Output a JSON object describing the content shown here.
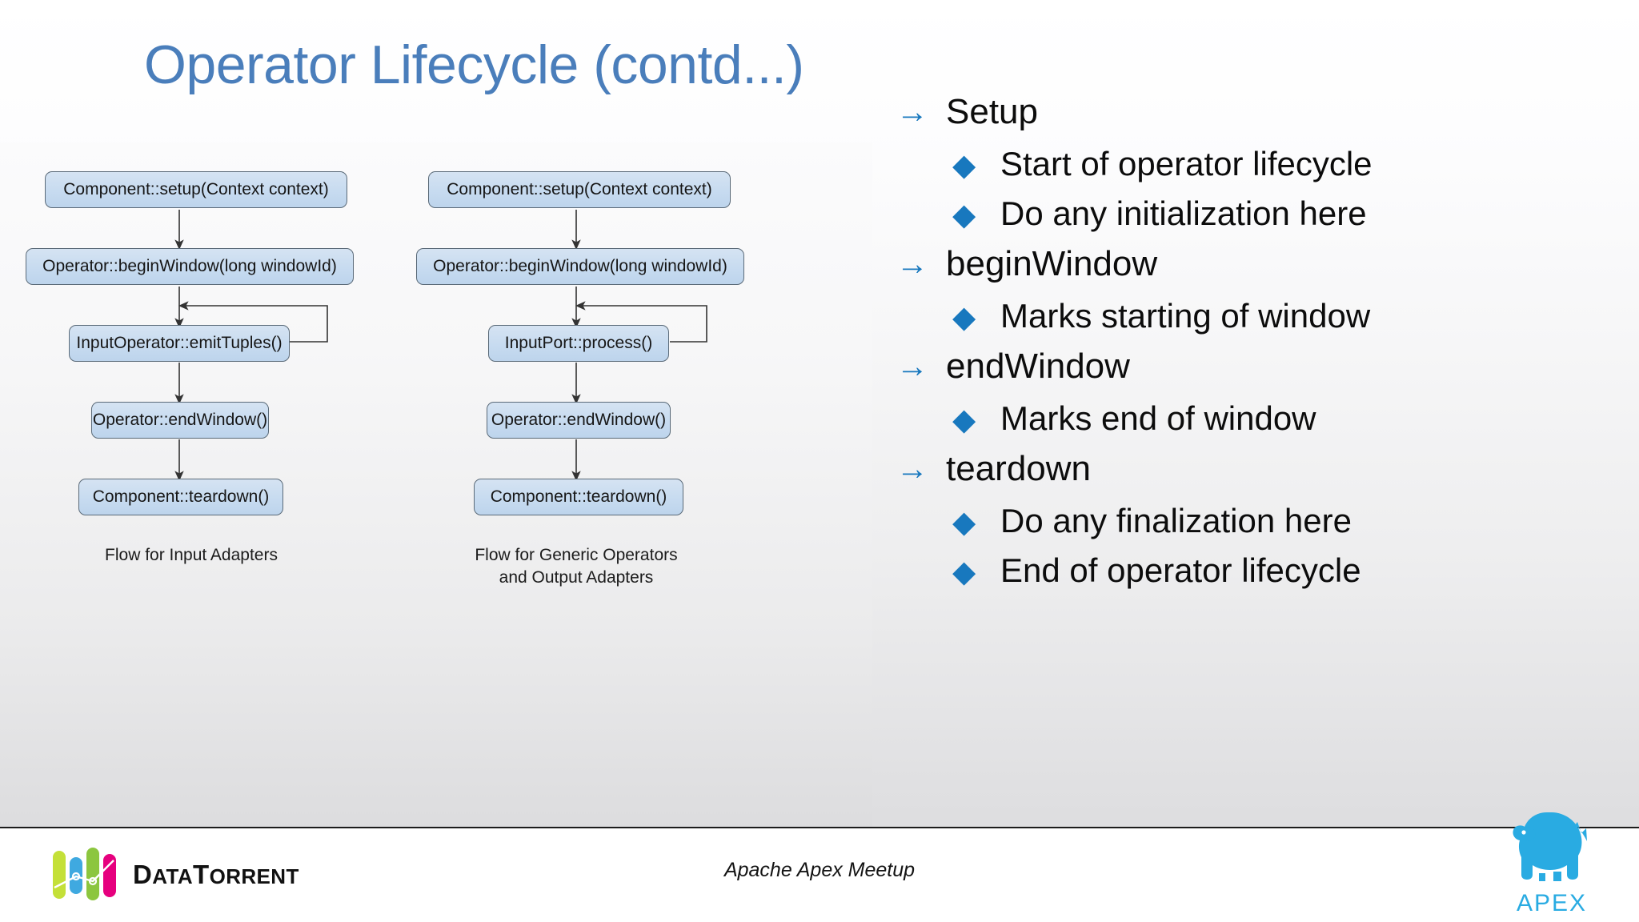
{
  "slide": {
    "title": "Operator Lifecycle (contd...)"
  },
  "diagram": {
    "flow_input": {
      "caption": "Flow for Input Adapters",
      "nodes": [
        {
          "label": "Component::setup(Context context)"
        },
        {
          "label": "Operator::beginWindow(long windowId)"
        },
        {
          "label": "InputOperator::emitTuples()"
        },
        {
          "label": "Operator::endWindow()"
        },
        {
          "label": "Component::teardown()"
        }
      ]
    },
    "flow_generic": {
      "caption": "Flow for Generic Operators\nand Output Adapters",
      "nodes": [
        {
          "label": "Component::setup(Context context)"
        },
        {
          "label": "Operator::beginWindow(long windowId)"
        },
        {
          "label": "InputPort::process()"
        },
        {
          "label": "Operator::endWindow()"
        },
        {
          "label": "Component::teardown()"
        }
      ]
    },
    "node_fill": "#c7dbf0",
    "node_border": "#5a6a78"
  },
  "bullets": [
    {
      "level": 1,
      "marker": "arrow-right-icon",
      "glyph": "→",
      "text": "Setup"
    },
    {
      "level": 2,
      "marker": "diamond-icon",
      "glyph": "◆",
      "text": "Start of operator lifecycle"
    },
    {
      "level": 2,
      "marker": "diamond-icon",
      "glyph": "◆",
      "text": "Do any initialization here"
    },
    {
      "level": 1,
      "marker": "arrow-right-icon",
      "glyph": "→",
      "text": "beginWindow"
    },
    {
      "level": 2,
      "marker": "diamond-icon",
      "glyph": "◆",
      "text": "Marks starting of window"
    },
    {
      "level": 1,
      "marker": "arrow-right-icon",
      "glyph": "→",
      "text": "endWindow"
    },
    {
      "level": 2,
      "marker": "diamond-icon",
      "glyph": "◆",
      "text": "Marks end of window"
    },
    {
      "level": 1,
      "marker": "arrow-right-icon",
      "glyph": "→",
      "text": "teardown"
    },
    {
      "level": 2,
      "marker": "diamond-icon",
      "glyph": "◆",
      "text": "Do any finalization here"
    },
    {
      "level": 2,
      "marker": "diamond-icon",
      "glyph": "◆",
      "text": "End of operator lifecycle"
    }
  ],
  "footer": {
    "center_text": "Apache Apex Meetup",
    "datatorrent": {
      "word_data": "D",
      "word_ata": "ATA",
      "word_t": "T",
      "word_orrent": "ORRENT",
      "bar_colors": [
        "#c4e038",
        "#3fa9e0",
        "#8cc63f",
        "#e6007e"
      ]
    },
    "apex": {
      "word": "APEX",
      "color": "#29abe2"
    }
  },
  "colors": {
    "title": "#4a7ebb",
    "bullet_marker": "#1878be",
    "bullet_text": "#0c0c0c"
  }
}
